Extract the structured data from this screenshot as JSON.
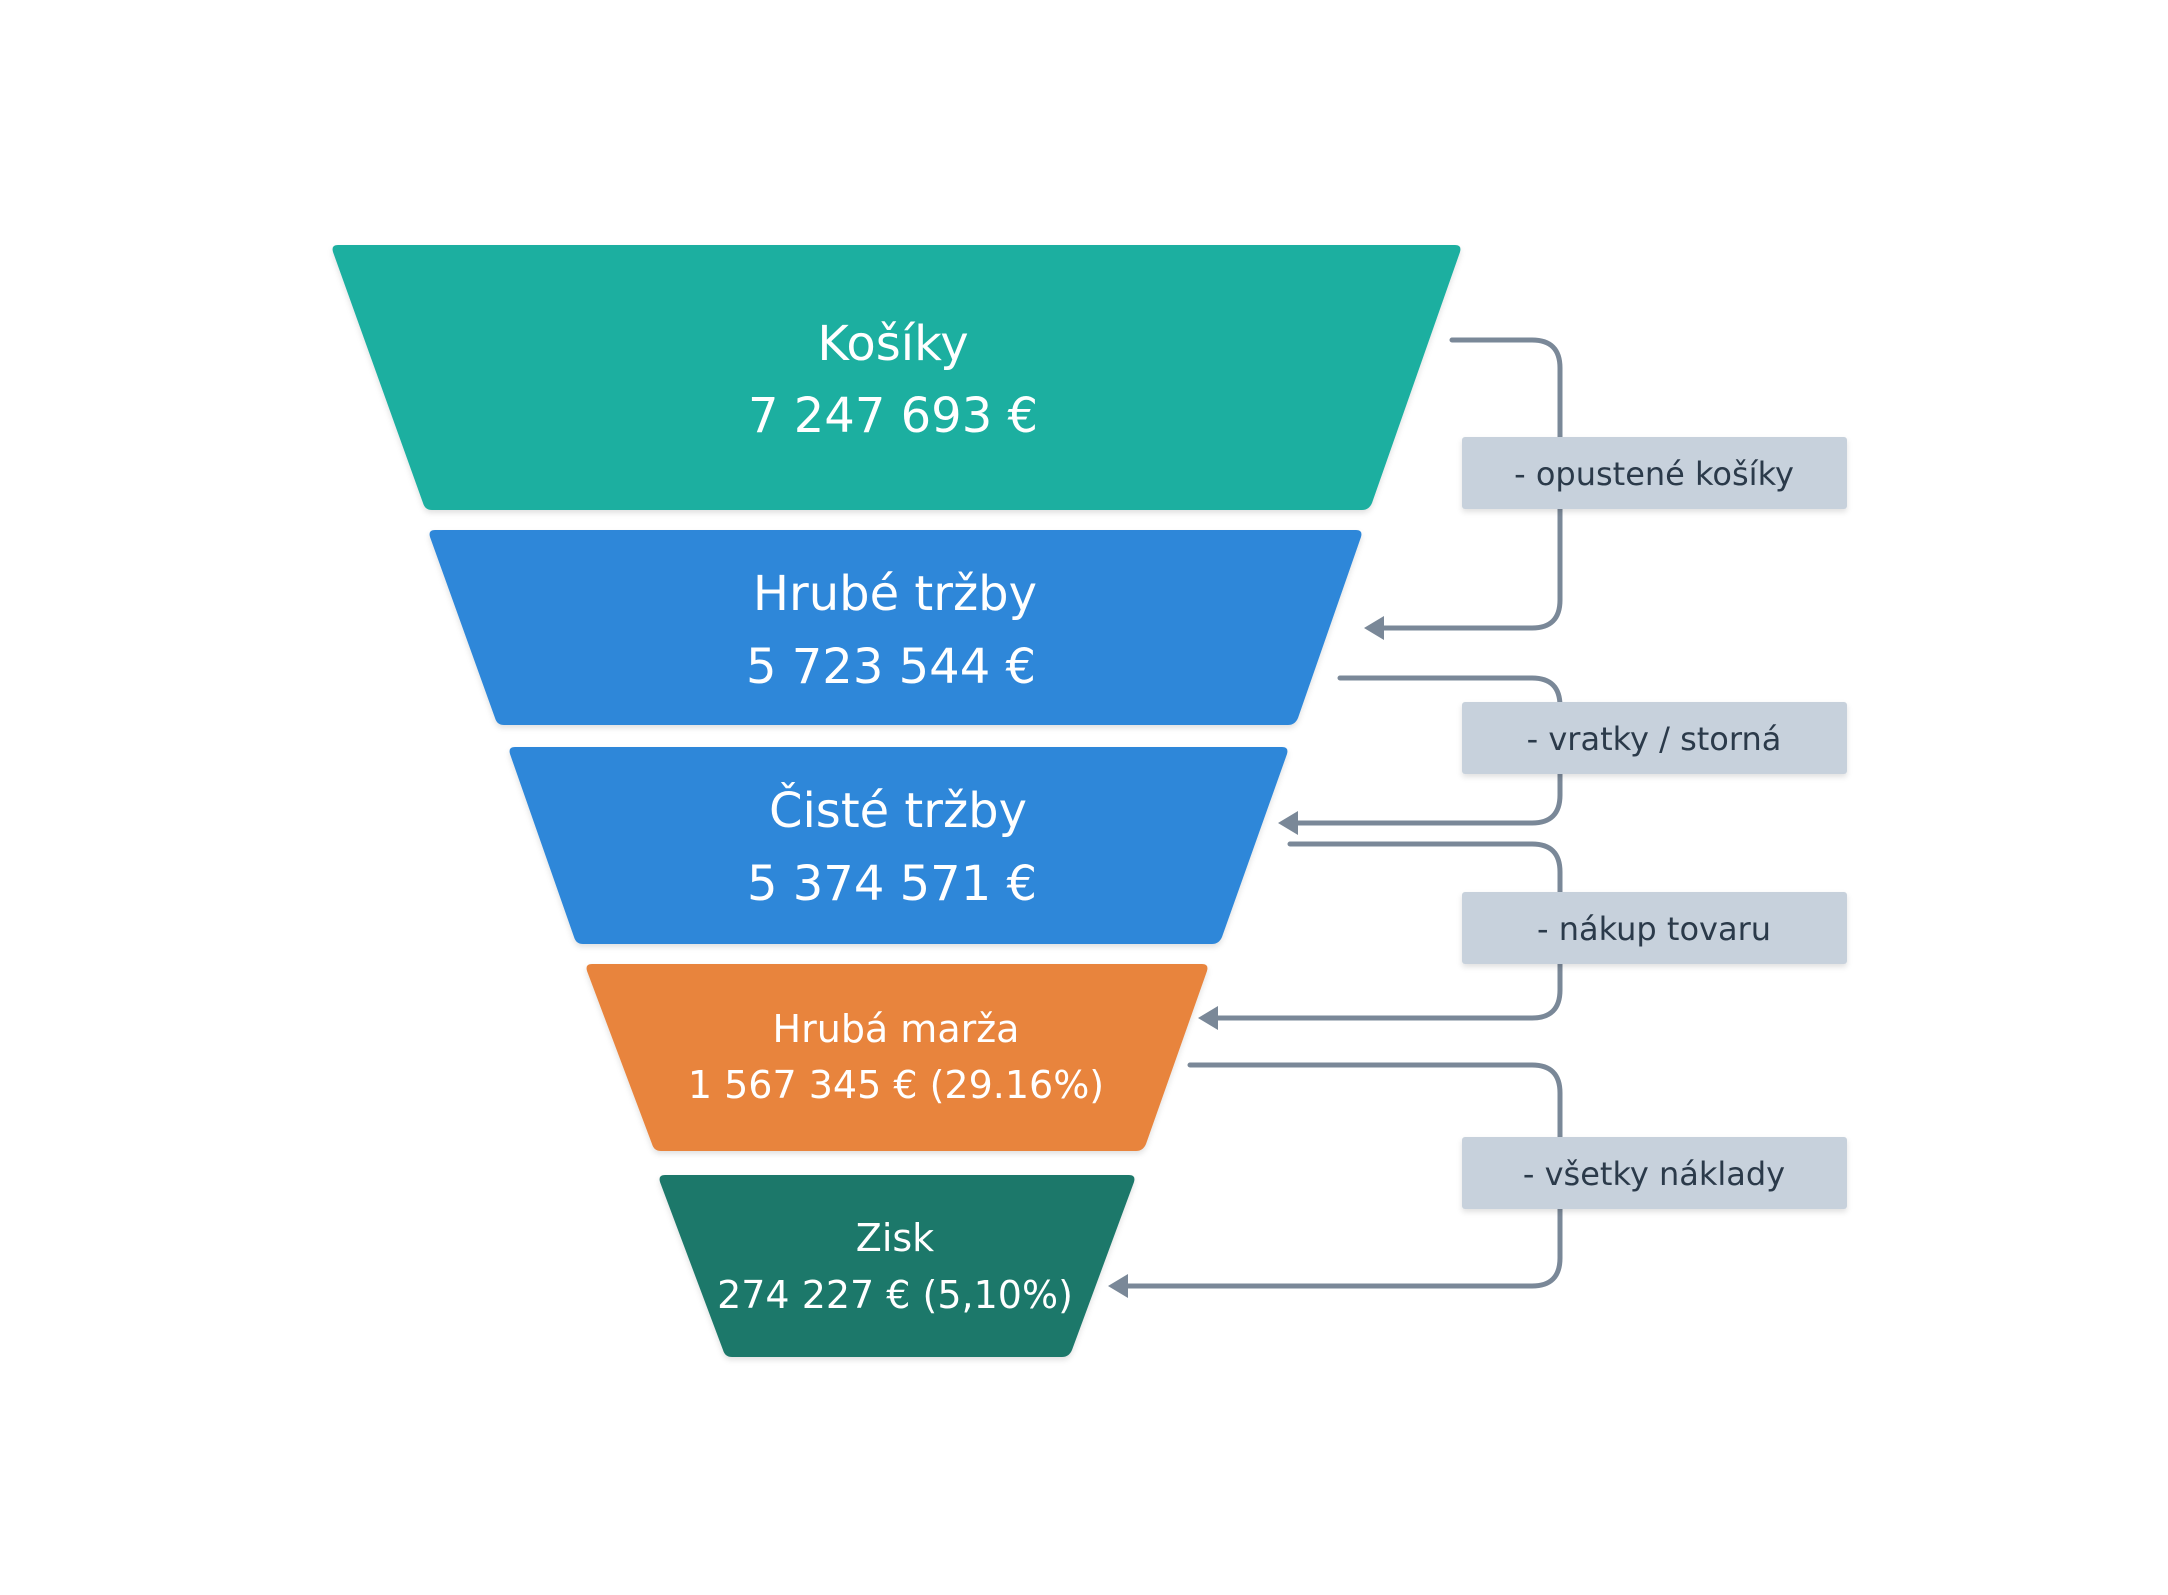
{
  "stages": [
    {
      "title": "Košíky",
      "value": "7 247 693 €",
      "color": "#1BAFA0"
    },
    {
      "title": "Hrubé tržby",
      "value": "5 723 544 €",
      "color": "#2E87D9"
    },
    {
      "title": "Čisté tržby",
      "value": "5 374 571 €",
      "color": "#2E87D9"
    },
    {
      "title": "Hrubá marža",
      "value": "1 567 345 € (29.16%)",
      "color": "#E8843C"
    },
    {
      "title": "Zisk",
      "value": "274 227 € (5,10%)",
      "color": "#1F786A"
    }
  ],
  "deductions": [
    {
      "label": "- opustené košíky"
    },
    {
      "label": "- vratky / storná"
    },
    {
      "label": "- nákup tovaru"
    },
    {
      "label": "- všetky náklady"
    }
  ],
  "colors": {
    "connector": "#7A8898",
    "label_box": "#C7D1DC",
    "label_text": "#2B3A4A",
    "stage_text": "#FFFFFF"
  }
}
